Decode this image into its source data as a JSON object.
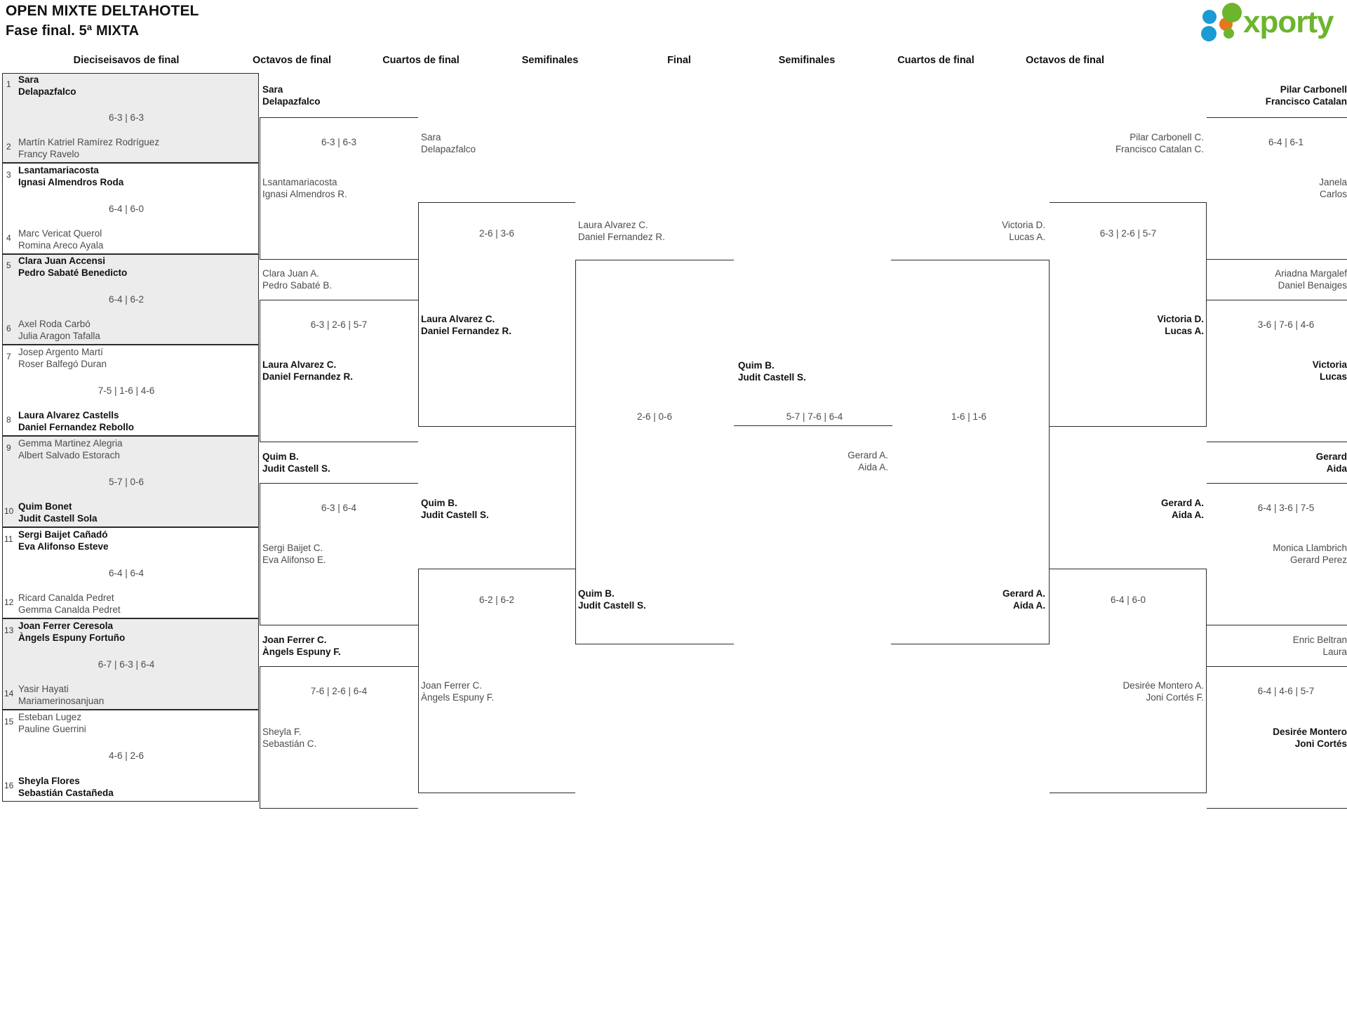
{
  "header": {
    "tournament": "OPEN MIXTE DELTAHOTEL",
    "phase": "Fase final. 5ª MIXTA",
    "logo_text": "xporty"
  },
  "rounds": [
    {
      "label": "Dieciseisavos de final"
    },
    {
      "label": "Octavos de final"
    },
    {
      "label": "Cuartos de final"
    },
    {
      "label": "Semifinales"
    },
    {
      "label": "Final"
    },
    {
      "label": "Semifinales"
    },
    {
      "label": "Cuartos de final"
    },
    {
      "label": "Octavos de final"
    }
  ],
  "r16_left": [
    {
      "seed": "1",
      "l1": "Sara",
      "l2": "Delapazfalco"
    },
    {
      "score": "6-3 | 6-3"
    },
    {
      "seed": "2",
      "l1": "Martín Katriel Ramírez Rodríguez",
      "l2": "Francy Ravelo"
    },
    {
      "seed": "3",
      "l1": "Lsantamariacosta",
      "l2": "Ignasi Almendros Roda"
    },
    {
      "score": "6-4 | 6-0"
    },
    {
      "seed": "4",
      "l1": "Marc Vericat Querol",
      "l2": "Romina Areco Ayala"
    },
    {
      "seed": "5",
      "l1": "Clara Juan Accensi",
      "l2": "Pedro Sabaté Benedicto"
    },
    {
      "score": "6-4 | 6-2"
    },
    {
      "seed": "6",
      "l1": "Axel Roda Carbó",
      "l2": "Julia Aragon Tafalla"
    },
    {
      "seed": "7",
      "l1": "Josep Argento Martí",
      "l2": "Roser Balfegó Duran"
    },
    {
      "score": "7-5 | 1-6 | 4-6"
    },
    {
      "seed": "8",
      "l1": "Laura Alvarez Castells",
      "l2": "Daniel Fernandez Rebollo"
    },
    {
      "seed": "9",
      "l1": "Gemma Martinez Alegria",
      "l2": "Albert Salvado Estorach"
    },
    {
      "score": "5-7 | 0-6"
    },
    {
      "seed": "10",
      "l1": "Quim Bonet",
      "l2": "Judit Castell Sola"
    },
    {
      "seed": "11",
      "l1": "Sergi Baijet Cañadó",
      "l2": "Eva Alifonso Esteve"
    },
    {
      "score": "6-4 | 6-4"
    },
    {
      "seed": "12",
      "l1": "Ricard Canalda Pedret",
      "l2": "Gemma Canalda Pedret"
    },
    {
      "seed": "13",
      "l1": "Joan Ferrer Ceresola",
      "l2": "Àngels Espuny Fortuño"
    },
    {
      "score": "6-7 | 6-3 | 6-4"
    },
    {
      "seed": "14",
      "l1": "Yasir Hayati",
      "l2": "Mariamerinosanjuan"
    },
    {
      "seed": "15",
      "l1": "Esteban Lugez",
      "l2": "Pauline Guerrini"
    },
    {
      "score": "4-6 | 2-6"
    },
    {
      "seed": "16",
      "l1": "Sheyla Flores",
      "l2": "Sebastián Castañeda"
    }
  ],
  "octavos_left": [
    {
      "top_l1": "Sara",
      "top_l2": "Delapazfalco",
      "top_win": true,
      "score": "6-3 | 6-3",
      "bot_l1": "Lsantamariacosta",
      "bot_l2": "Ignasi Almendros R.",
      "bot_win": false
    },
    {
      "top_l1": "Clara Juan A.",
      "top_l2": "Pedro Sabaté B.",
      "top_win": false,
      "score": "6-3 | 2-6 | 5-7",
      "bot_l1": "Laura Alvarez C.",
      "bot_l2": "Daniel Fernandez R.",
      "bot_win": true
    },
    {
      "top_l1": "Quim B.",
      "top_l2": "Judit Castell S.",
      "top_win": true,
      "score": "6-3 | 6-4",
      "bot_l1": "Sergi Baijet C.",
      "bot_l2": "Eva Alifonso E.",
      "bot_win": false
    },
    {
      "top_l1": "Joan Ferrer C.",
      "top_l2": "Àngels Espuny F.",
      "top_win": true,
      "score": "7-6 | 2-6 | 6-4",
      "bot_l1": "Sheyla F.",
      "bot_l2": "Sebastián C.",
      "bot_win": false
    }
  ],
  "cuartos_left": [
    {
      "top_l1": "Sara",
      "top_l2": "Delapazfalco",
      "top_win": false,
      "score": "2-6 | 3-6",
      "bot_l1": "Laura Alvarez C.",
      "bot_l2": "Daniel Fernandez R.",
      "bot_win": true
    },
    {
      "top_l1": "Quim B.",
      "top_l2": "Judit Castell S.",
      "top_win": true,
      "score": "6-2 | 6-2",
      "bot_l1": "Joan Ferrer C.",
      "bot_l2": "Àngels Espuny F.",
      "bot_win": false
    }
  ],
  "semis_left": {
    "top_l1": "Laura Alvarez C.",
    "top_l2": "Daniel Fernandez R.",
    "top_win": false,
    "score": "2-6 | 0-6",
    "bot_l1": "Quim B.",
    "bot_l2": "Judit Castell S.",
    "bot_win": true
  },
  "final": {
    "left_l1": "Quim B.",
    "left_l2": "Judit Castell S.",
    "left_win": true,
    "score": "5-7 | 7-6 | 6-4",
    "right_l1": "Gerard A.",
    "right_l2": "Aida A.",
    "right_win": false
  },
  "semis_right": {
    "top_l1": "Victoria D.",
    "top_l2": "Lucas A.",
    "top_win": false,
    "score": "1-6 | 1-6",
    "bot_l1": "Gerard A.",
    "bot_l2": "Aida A.",
    "bot_win": true
  },
  "cuartos_right": [
    {
      "top_l1": "Pilar Carbonell C.",
      "top_l2": "Francisco Catalan C.",
      "top_win": false,
      "score": "6-3 | 2-6 | 5-7",
      "bot_l1": "Victoria D.",
      "bot_l2": "Lucas A.",
      "bot_win": true
    },
    {
      "top_l1": "Gerard A.",
      "top_l2": "Aida A.",
      "top_win": true,
      "score": "6-4 | 6-0",
      "bot_l1": "Desirée Montero A.",
      "bot_l2": "Joni Cortés F.",
      "bot_win": false
    }
  ],
  "octavos_right": [
    {
      "top_l1": "Pilar Carbonell",
      "top_l2": "Francisco Catalan",
      "top_win": true,
      "score": "6-4 | 6-1",
      "bot_l1": "Janela",
      "bot_l2": "Carlos",
      "bot_win": false
    },
    {
      "top_l1": "Ariadna Margalef",
      "top_l2": "Daniel Benaiges",
      "top_win": false,
      "score": "3-6 | 7-6 | 4-6",
      "bot_l1": "Victoria",
      "bot_l2": "Lucas",
      "bot_win": true
    },
    {
      "top_l1": "Gerard",
      "top_l2": "Aida",
      "top_win": true,
      "score": "6-4 | 3-6 | 7-5",
      "bot_l1": "Monica Llambrich",
      "bot_l2": "Gerard Perez",
      "bot_win": false
    },
    {
      "top_l1": "Enric Beltran",
      "top_l2": "Laura",
      "top_win": false,
      "score": "6-4 | 4-6 | 5-7",
      "bot_l1": "Desirée Montero",
      "bot_l2": "Joni Cortés",
      "bot_win": true
    }
  ],
  "colors": {
    "line": "#2b2b2b",
    "shade": "#ececec",
    "brand_green": "#6cb52d",
    "brand_blue": "#1c9ad6",
    "brand_orange": "#e8761a"
  }
}
